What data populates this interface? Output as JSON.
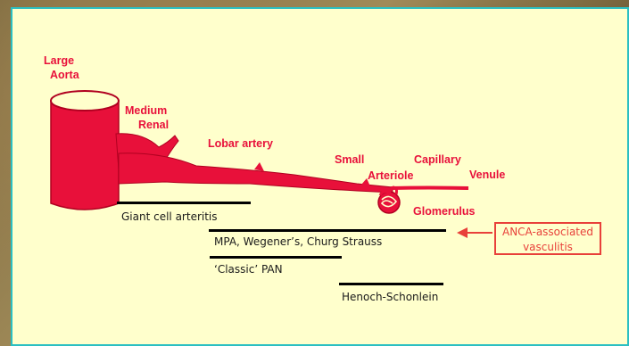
{
  "vessel_labels": {
    "large_line1": "Large",
    "large_line2": "Aorta",
    "medium_line1": "Medium",
    "medium_line2": "Renal",
    "lobar": "Lobar artery",
    "small": "Small",
    "arteriole": "Arteriole",
    "capillary": "Capillary",
    "venule": "Venule",
    "glomerulus": "Glomerulus"
  },
  "vasculitis_ranges": [
    {
      "label": "Giant cell arteritis"
    },
    {
      "label": "MPA, Wegener’s, Churg Strauss"
    },
    {
      "label": "‘Classic’ PAN"
    },
    {
      "label": "Henoch-Schonlein"
    }
  ],
  "anca_box": {
    "line1": "ANCA-associated",
    "line2": "vasculitis"
  },
  "colors": {
    "vessel": "#e8103a",
    "label": "#e8103a",
    "bar": "#000000",
    "panel": "#ffffcc",
    "border": "#2bbfc2"
  }
}
